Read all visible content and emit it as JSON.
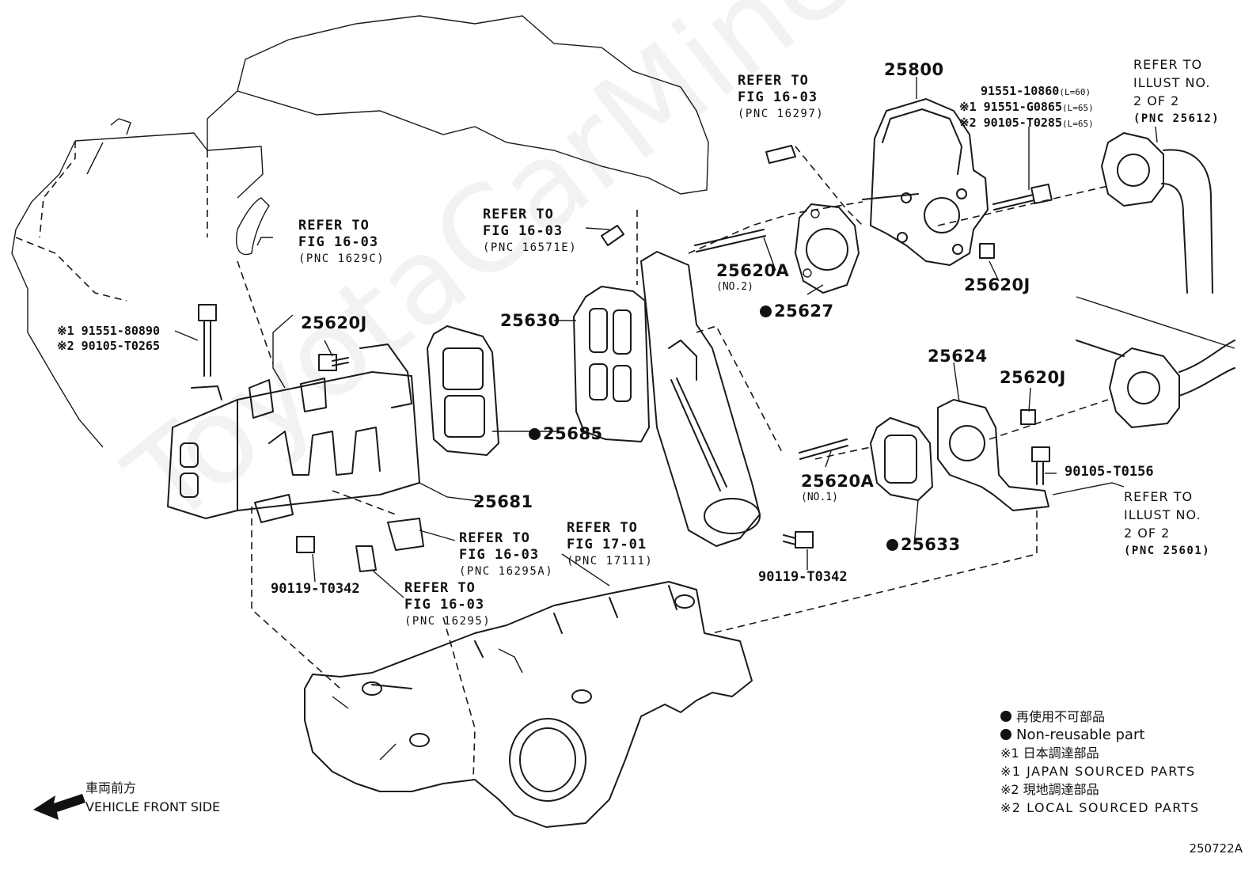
{
  "watermark": "ToyotaCarMiner.ru",
  "labels": {
    "p25800": "25800",
    "p25620j_top": "25620J",
    "p25620j_left": "25620J",
    "p25620j_right": "25620J",
    "p25620a_no2": "25620A",
    "p25620a_no2_sub": "(NO.2)",
    "p25620a_no1": "25620A",
    "p25620a_no1_sub": "(NO.1)",
    "p25627": "25627",
    "p25630": "25630",
    "p25685": "25685",
    "p25681": "25681",
    "p25624": "25624",
    "p25633": "25633",
    "p90105_t0156": "90105-T0156",
    "p90119_left": "90119-T0342",
    "p90119_right": "90119-T0342",
    "bolt_left_1": "※1 91551-80890",
    "bolt_left_2": "※2 90105-T0265",
    "bolt_top_0": "91551-10860",
    "bolt_top_0_len": "(L=60)",
    "bolt_top_1": "※1 91551-G0865",
    "bolt_top_1_len": "(L=65)",
    "bolt_top_2": "※2 90105-T0285",
    "bolt_top_2_len": "(L=65)"
  },
  "refs": [
    {
      "line1": "REFER TO",
      "line2": "FIG 16-03",
      "pnc": "(PNC 16297)"
    },
    {
      "line1": "REFER TO",
      "line2": "FIG 16-03",
      "pnc": "(PNC 1629C)"
    },
    {
      "line1": "REFER TO",
      "line2": "FIG 16-03",
      "pnc": "(PNC 16571E)"
    },
    {
      "line1": "REFER TO",
      "line2": "FIG 16-03",
      "pnc": "(PNC 16295A)"
    },
    {
      "line1": "REFER TO",
      "line2": "FIG 17-01",
      "pnc": "(PNC 17111)"
    },
    {
      "line1": "REFER TO",
      "line2": "FIG 16-03",
      "pnc": "(PNC 16295)"
    }
  ],
  "illust_refs": [
    {
      "line1": "REFER TO",
      "line2": "ILLUST NO.",
      "line3": "2 OF 2",
      "pnc": "(PNC 25612)"
    },
    {
      "line1": "REFER TO",
      "line2": "ILLUST NO.",
      "line3": "2 OF 2",
      "pnc": "(PNC 25601)"
    }
  ],
  "legend": {
    "non_reusable_jp": "再使用不可部品",
    "non_reusable_en": "Non-reusable part",
    "japan_jp": "※1 日本調達部品",
    "japan_en": "※1 JAPAN SOURCED PARTS",
    "local_jp": "※2 現地調達部品",
    "local_en": "※2 LOCAL SOURCED PARTS"
  },
  "front": {
    "jp": "車両前方",
    "en": "VEHICLE FRONT SIDE"
  },
  "figure_id": "250722A"
}
